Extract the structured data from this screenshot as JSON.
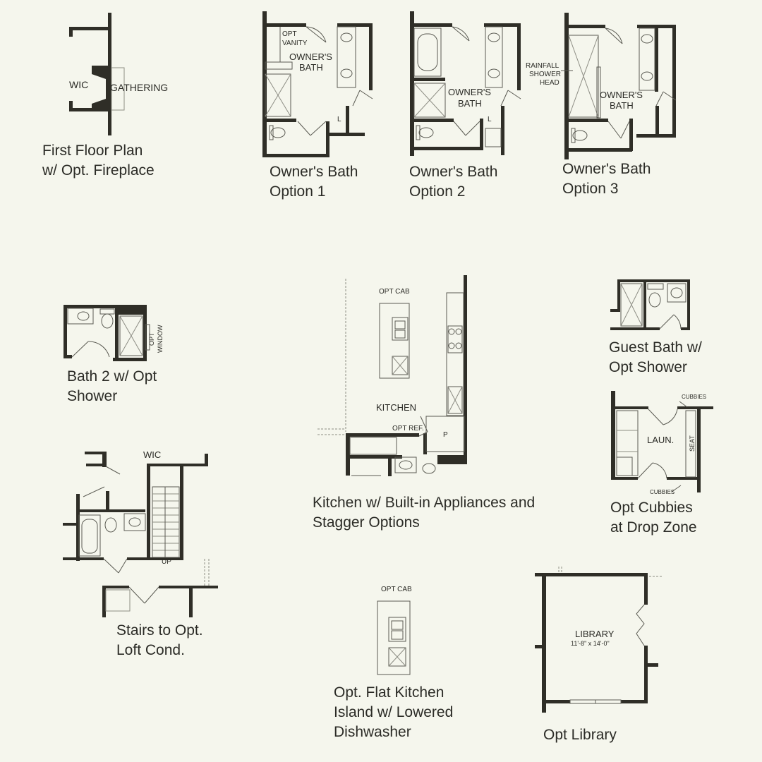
{
  "captions": {
    "fireplace": [
      "First Floor Plan",
      "w/ Opt. Fireplace"
    ],
    "bath1": [
      "Owner's Bath",
      "Option 1"
    ],
    "bath2": [
      "Owner's Bath",
      "Option 2"
    ],
    "bath3": [
      "Owner's Bath",
      "Option 3"
    ],
    "bath2shower": [
      "Bath 2 w/ Opt",
      "Shower"
    ],
    "kitchen": [
      "Kitchen w/ Built-in Appliances and",
      "Stagger Options"
    ],
    "guestbath": [
      "Guest Bath w/",
      "Opt Shower"
    ],
    "cubbies": [
      "Opt Cubbies",
      "at Drop Zone"
    ],
    "stairs": [
      "Stairs to Opt.",
      "Loft Cond."
    ],
    "island": [
      "Opt. Flat Kitchen",
      "Island w/ Lowered",
      "Dishwasher"
    ],
    "library": [
      "Opt Library"
    ]
  },
  "labels": {
    "wic": "WIC",
    "gathering": "GATHERING",
    "opt": "OPT",
    "vanity": "VANITY",
    "owners": "OWNER'S",
    "bath": "BATH",
    "rainfall": "RAINFALL",
    "shower": "SHOWER",
    "head": "HEAD",
    "l": "L",
    "window": "WINDOW",
    "opt_cab": "OPT CAB",
    "kitchen": "KITCHEN",
    "opt_ref": "OPT REF.",
    "p": "P",
    "cubbies": "CUBBIES",
    "laun": "LAUN.",
    "seat": "SEAT",
    "up": "UP",
    "library": "LIBRARY",
    "library_dims": "11'-8\" x 14'-0\""
  }
}
